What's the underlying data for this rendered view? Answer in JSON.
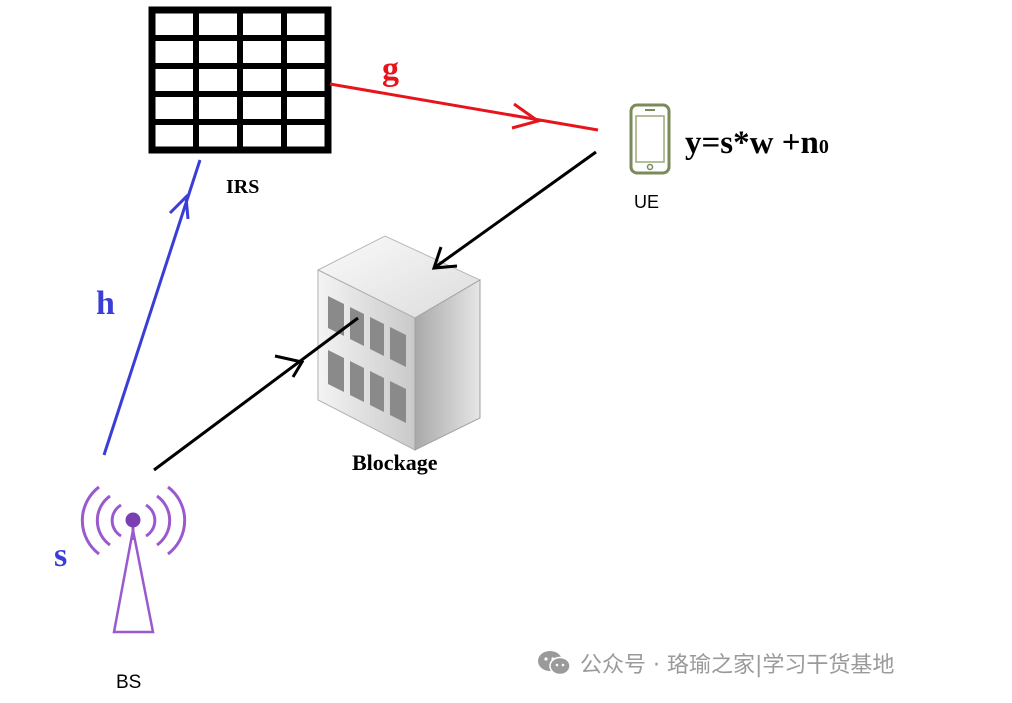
{
  "labels": {
    "irs": "IRS",
    "g": "g",
    "ue": "UE",
    "equation": "y=s*w +n",
    "equation_subscript": "0",
    "h": "h",
    "blockage": "Blockage",
    "s": "s",
    "bs": "BS"
  },
  "watermark": {
    "text": "公众号 · 珞瑜之家|学习干货基地"
  },
  "colors": {
    "g_link": "#e8141c",
    "h_link": "#3a3ed6",
    "direct_link": "#000000",
    "bs_antenna": "#9b59d0",
    "ue_phone": "#7a8a5a",
    "watermark": "#9a9a9a"
  }
}
